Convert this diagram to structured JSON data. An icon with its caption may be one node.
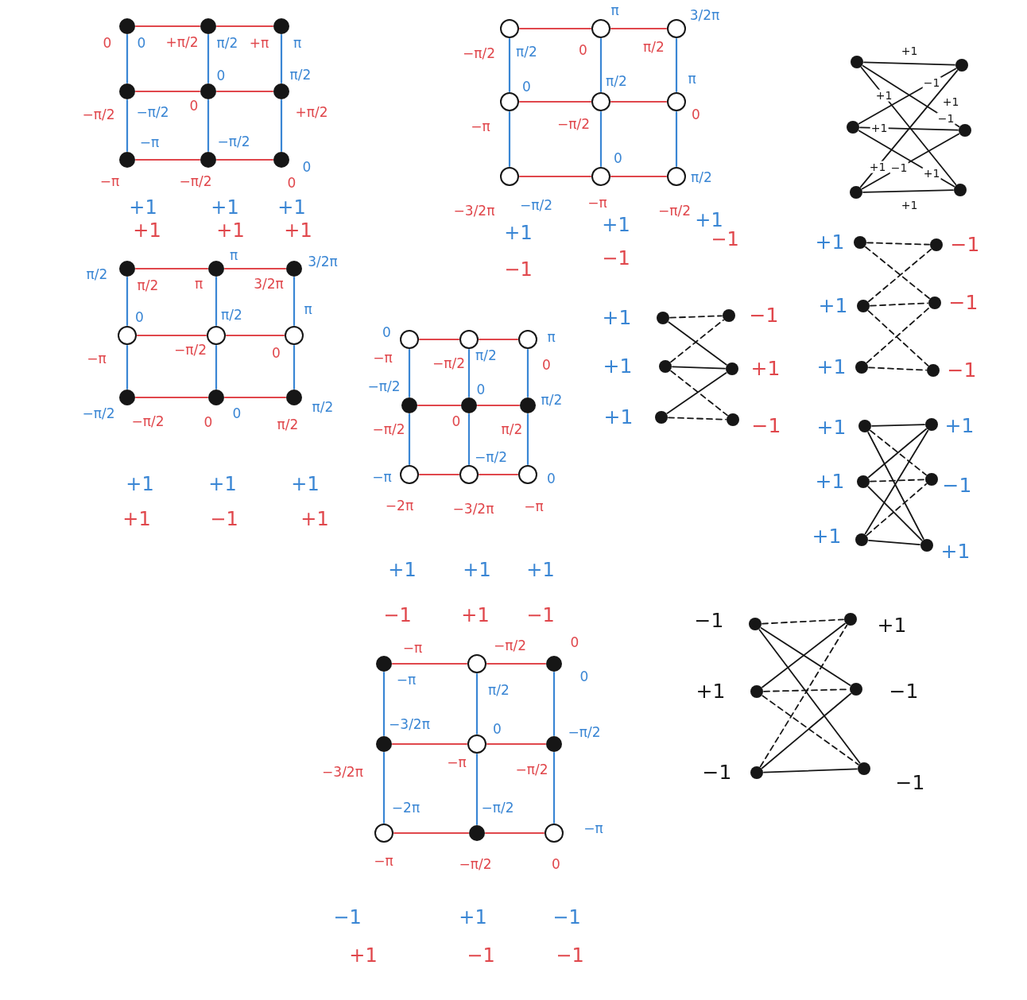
{
  "diagram": {
    "nodes": [
      {
        "text": [],
        "shape": "dot",
        "beside": [
          "0",
          "0"
        ]
      },
      {
        "text": [],
        "shape": "dot",
        "beside": [
          "+π/2",
          "π/2"
        ]
      },
      {
        "text": [],
        "shape": "dot",
        "beside": [
          "+π",
          "π"
        ]
      },
      {
        "text": [],
        "shape": "dot",
        "beside": [
          "−π/2",
          "−π/2"
        ]
      },
      {
        "text": [],
        "shape": "dot",
        "beside": [
          "0",
          "0"
        ]
      },
      {
        "text": [],
        "shape": "dot",
        "beside": [
          "+π/2",
          "π/2"
        ]
      },
      {
        "text": [],
        "shape": "dot",
        "beside": [
          "−π",
          "−π"
        ]
      },
      {
        "text": [],
        "shape": "dot",
        "beside": [
          "−π/2",
          "−π/2"
        ]
      },
      {
        "text": [],
        "shape": "dot",
        "beside": [
          "0",
          "0"
        ]
      },
      {
        "text": [],
        "shape": "circle",
        "beside": [
          "−π/2",
          "π/2"
        ]
      },
      {
        "text": [],
        "shape": "circle",
        "beside": [
          "0",
          "π"
        ]
      },
      {
        "text": [],
        "shape": "circle",
        "beside": [
          "π/2",
          "3/2π"
        ]
      },
      {
        "text": [],
        "shape": "circle",
        "beside": [
          "−π",
          "0"
        ]
      },
      {
        "text": [],
        "shape": "circle",
        "beside": [
          "−π/2",
          "π/2"
        ]
      },
      {
        "text": [],
        "shape": "circle",
        "beside": [
          "0",
          "π"
        ]
      },
      {
        "text": [],
        "shape": "circle",
        "beside": [
          "−3/2π",
          "−π/2"
        ]
      },
      {
        "text": [],
        "shape": "circle",
        "beside": [
          "−π",
          "0"
        ]
      },
      {
        "text": [],
        "shape": "circle",
        "beside": [
          "−π/2",
          "π/2"
        ]
      },
      {
        "text": [],
        "shape": "dot"
      },
      {
        "text": [],
        "shape": "dot"
      },
      {
        "text": [],
        "shape": "dot"
      },
      {
        "text": [],
        "shape": "dot"
      },
      {
        "text": [],
        "shape": "dot"
      },
      {
        "text": [],
        "shape": "dot"
      },
      {
        "text": [],
        "shape": "dot",
        "beside": [
          "+1"
        ]
      },
      {
        "text": [],
        "shape": "dot",
        "beside": [
          "−1"
        ]
      },
      {
        "text": [],
        "shape": "dot",
        "beside": [
          "+1"
        ]
      },
      {
        "text": [],
        "shape": "dot",
        "beside": [
          "−1"
        ]
      },
      {
        "text": [],
        "shape": "dot",
        "beside": [
          "+1"
        ]
      },
      {
        "text": [],
        "shape": "dot",
        "beside": [
          "−1"
        ]
      },
      {
        "text": [],
        "shape": "dot",
        "beside": [
          "π/2",
          "π/2"
        ]
      },
      {
        "text": [],
        "shape": "dot",
        "beside": [
          "π",
          "π"
        ]
      },
      {
        "text": [],
        "shape": "dot",
        "beside": [
          "3/2π",
          "3/2π"
        ]
      },
      {
        "text": [],
        "shape": "circle",
        "beside": [
          "−π",
          "0"
        ]
      },
      {
        "text": [],
        "shape": "circle",
        "beside": [
          "−π/2",
          "π/2"
        ]
      },
      {
        "text": [],
        "shape": "circle",
        "beside": [
          "0",
          "π"
        ]
      },
      {
        "text": [],
        "shape": "dot",
        "beside": [
          "−π/2",
          "−π/2"
        ]
      },
      {
        "text": [],
        "shape": "dot",
        "beside": [
          "0",
          "0"
        ]
      },
      {
        "text": [],
        "shape": "dot",
        "beside": [
          "π/2",
          "π/2"
        ]
      },
      {
        "text": [],
        "shape": "dot",
        "beside": [
          "+1"
        ]
      },
      {
        "text": [],
        "shape": "dot",
        "beside": [
          "−1"
        ]
      },
      {
        "text": [],
        "shape": "dot",
        "beside": [
          "+1"
        ]
      },
      {
        "text": [],
        "shape": "dot",
        "beside": [
          "+1"
        ]
      },
      {
        "text": [],
        "shape": "dot",
        "beside": [
          "+1"
        ]
      },
      {
        "text": [],
        "shape": "dot",
        "beside": [
          "−1"
        ]
      },
      {
        "text": [],
        "shape": "circle",
        "beside": [
          "−π",
          "0"
        ]
      },
      {
        "text": [],
        "shape": "circle",
        "beside": [
          "−π/2",
          "π/2"
        ]
      },
      {
        "text": [],
        "shape": "circle",
        "beside": [
          "0",
          "π"
        ]
      },
      {
        "text": [],
        "shape": "dot",
        "beside": [
          "−π/2",
          "−π/2"
        ]
      },
      {
        "text": [],
        "shape": "dot",
        "beside": [
          "0",
          "0"
        ]
      },
      {
        "text": [],
        "shape": "dot",
        "beside": [
          "π/2",
          "π/2"
        ]
      },
      {
        "text": [],
        "shape": "circle",
        "beside": [
          "−2π",
          "−π"
        ]
      },
      {
        "text": [],
        "shape": "circle",
        "beside": [
          "−3/2π",
          "−π/2"
        ]
      },
      {
        "text": [],
        "shape": "circle",
        "beside": [
          "−π",
          "0"
        ]
      },
      {
        "text": [],
        "shape": "dot",
        "beside": [
          "+1"
        ]
      },
      {
        "text": [],
        "shape": "dot",
        "beside": [
          "+1"
        ]
      },
      {
        "text": [],
        "shape": "dot",
        "beside": [
          "+1"
        ]
      },
      {
        "text": [],
        "shape": "dot",
        "beside": [
          "−1"
        ]
      },
      {
        "text": [],
        "shape": "dot",
        "beside": [
          "+1"
        ]
      },
      {
        "text": [],
        "shape": "dot",
        "beside": [
          "+1"
        ]
      },
      {
        "text": [],
        "shape": "dot",
        "beside": [
          "−1"
        ]
      },
      {
        "text": [],
        "shape": "dot",
        "beside": [
          "+1"
        ]
      },
      {
        "text": [],
        "shape": "dot",
        "beside": [
          "+1"
        ]
      },
      {
        "text": [],
        "shape": "dot",
        "beside": [
          "−1"
        ]
      },
      {
        "text": [],
        "shape": "dot",
        "beside": [
          "−1"
        ]
      },
      {
        "text": [],
        "shape": "dot",
        "beside": [
          "−1"
        ]
      },
      {
        "text": [],
        "shape": "dot",
        "beside": [
          "−π",
          "−π"
        ]
      },
      {
        "text": [],
        "shape": "circle",
        "beside": [
          "−π/2",
          "π/2"
        ]
      },
      {
        "text": [],
        "shape": "dot",
        "beside": [
          "0",
          "0"
        ]
      },
      {
        "text": [],
        "shape": "dot",
        "beside": [
          "−3/2π",
          "−3/2π"
        ]
      },
      {
        "text": [],
        "shape": "circle",
        "beside": [
          "−π",
          "0"
        ]
      },
      {
        "text": [],
        "shape": "dot",
        "beside": [
          "−π/2",
          "−π/2"
        ]
      },
      {
        "text": [],
        "shape": "circle",
        "beside": [
          "−π",
          "−2π"
        ]
      },
      {
        "text": [],
        "shape": "dot",
        "beside": [
          "−π/2",
          "−π/2"
        ]
      },
      {
        "text": [],
        "shape": "circle",
        "beside": [
          "0",
          "−π"
        ]
      }
    ],
    "edges": [
      {
        "from": 0,
        "to": 1,
        "arrow": "none",
        "color": "#e0474c"
      },
      {
        "from": 1,
        "to": 2,
        "arrow": "none",
        "color": "#e0474c"
      },
      {
        "from": 3,
        "to": 4,
        "arrow": "none",
        "color": "#e0474c"
      },
      {
        "from": 4,
        "to": 5,
        "arrow": "none",
        "color": "#e0474c"
      },
      {
        "from": 6,
        "to": 7,
        "arrow": "none",
        "color": "#e0474c"
      },
      {
        "from": 7,
        "to": 8,
        "arrow": "none",
        "color": "#e0474c"
      },
      {
        "from": 0,
        "to": 3,
        "arrow": "none",
        "color": "#3a86d4"
      },
      {
        "from": 3,
        "to": 6,
        "arrow": "none",
        "color": "#3a86d4"
      },
      {
        "from": 1,
        "to": 4,
        "arrow": "none",
        "color": "#3a86d4"
      },
      {
        "from": 4,
        "to": 7,
        "arrow": "none",
        "color": "#3a86d4"
      },
      {
        "from": 2,
        "to": 5,
        "arrow": "none",
        "color": "#3a86d4"
      },
      {
        "from": 5,
        "to": 8,
        "arrow": "none",
        "color": "#3a86d4"
      },
      {
        "from": 9,
        "to": 10,
        "arrow": "none",
        "color": "#e0474c"
      },
      {
        "from": 10,
        "to": 11,
        "arrow": "none",
        "color": "#e0474c"
      },
      {
        "from": 12,
        "to": 13,
        "arrow": "none",
        "color": "#e0474c"
      },
      {
        "from": 13,
        "to": 14,
        "arrow": "none",
        "color": "#e0474c"
      },
      {
        "from": 15,
        "to": 16,
        "arrow": "none",
        "color": "#e0474c"
      },
      {
        "from": 16,
        "to": 17,
        "arrow": "none",
        "color": "#e0474c"
      },
      {
        "from": 9,
        "to": 12,
        "arrow": "none",
        "color": "#3a86d4"
      },
      {
        "from": 12,
        "to": 15,
        "arrow": "none",
        "color": "#3a86d4"
      },
      {
        "from": 10,
        "to": 13,
        "arrow": "none",
        "color": "#3a86d4"
      },
      {
        "from": 13,
        "to": 16,
        "arrow": "none",
        "color": "#3a86d4"
      },
      {
        "from": 11,
        "to": 14,
        "arrow": "none",
        "color": "#3a86d4"
      },
      {
        "from": 14,
        "to": 17,
        "arrow": "none",
        "color": "#3a86d4"
      },
      {
        "from": 18,
        "to": 19,
        "arrow": "none",
        "label": "+1"
      },
      {
        "from": 18,
        "to": 21,
        "arrow": "none",
        "label": "−1"
      },
      {
        "from": 18,
        "to": 23,
        "arrow": "none",
        "label": "+1"
      },
      {
        "from": 20,
        "to": 19,
        "arrow": "none",
        "label": "−1"
      },
      {
        "from": 20,
        "to": 21,
        "arrow": "none",
        "label": "+1"
      },
      {
        "from": 20,
        "to": 23,
        "arrow": "none",
        "label": "+1"
      },
      {
        "from": 22,
        "to": 19,
        "arrow": "none",
        "label": "+1"
      },
      {
        "from": 22,
        "to": 21,
        "arrow": "none",
        "label": "−1"
      },
      {
        "from": 22,
        "to": 23,
        "arrow": "none",
        "label": "+1"
      },
      {
        "from": 24,
        "to": 25,
        "arrow": "none",
        "style": "dashed"
      },
      {
        "from": 24,
        "to": 27,
        "arrow": "none",
        "style": "dashed"
      },
      {
        "from": 26,
        "to": 25,
        "arrow": "none",
        "style": "dashed"
      },
      {
        "from": 26,
        "to": 27,
        "arrow": "none",
        "style": "dashed"
      },
      {
        "from": 26,
        "to": 29,
        "arrow": "none",
        "style": "dashed"
      },
      {
        "from": 28,
        "to": 27,
        "arrow": "none",
        "style": "dashed"
      },
      {
        "from": 28,
        "to": 29,
        "arrow": "none",
        "style": "dashed"
      },
      {
        "from": 30,
        "to": 31,
        "arrow": "none",
        "color": "#e0474c"
      },
      {
        "from": 31,
        "to": 32,
        "arrow": "none",
        "color": "#e0474c"
      },
      {
        "from": 33,
        "to": 34,
        "arrow": "none",
        "color": "#e0474c"
      },
      {
        "from": 34,
        "to": 35,
        "arrow": "none",
        "color": "#e0474c"
      },
      {
        "from": 36,
        "to": 37,
        "arrow": "none",
        "color": "#e0474c"
      },
      {
        "from": 37,
        "to": 38,
        "arrow": "none",
        "color": "#e0474c"
      },
      {
        "from": 30,
        "to": 33,
        "arrow": "none",
        "color": "#3a86d4"
      },
      {
        "from": 33,
        "to": 36,
        "arrow": "none",
        "color": "#3a86d4"
      },
      {
        "from": 31,
        "to": 34,
        "arrow": "none",
        "color": "#3a86d4"
      },
      {
        "from": 34,
        "to": 37,
        "arrow": "none",
        "color": "#3a86d4"
      },
      {
        "from": 32,
        "to": 35,
        "arrow": "none",
        "color": "#3a86d4"
      },
      {
        "from": 35,
        "to": 38,
        "arrow": "none",
        "color": "#3a86d4"
      },
      {
        "from": 39,
        "to": 40,
        "arrow": "none",
        "style": "dashed"
      },
      {
        "from": 39,
        "to": 42,
        "arrow": "none"
      },
      {
        "from": 41,
        "to": 40,
        "arrow": "none",
        "style": "dashed"
      },
      {
        "from": 41,
        "to": 42,
        "arrow": "none"
      },
      {
        "from": 41,
        "to": 44,
        "arrow": "none",
        "style": "dashed"
      },
      {
        "from": 43,
        "to": 42,
        "arrow": "none"
      },
      {
        "from": 43,
        "to": 44,
        "arrow": "none",
        "style": "dashed"
      },
      {
        "from": 45,
        "to": 46,
        "arrow": "none",
        "color": "#e0474c"
      },
      {
        "from": 46,
        "to": 47,
        "arrow": "none",
        "color": "#e0474c"
      },
      {
        "from": 48,
        "to": 49,
        "arrow": "none",
        "color": "#e0474c"
      },
      {
        "from": 49,
        "to": 50,
        "arrow": "none",
        "color": "#e0474c"
      },
      {
        "from": 51,
        "to": 52,
        "arrow": "none",
        "color": "#e0474c"
      },
      {
        "from": 52,
        "to": 53,
        "arrow": "none",
        "color": "#e0474c"
      },
      {
        "from": 45,
        "to": 48,
        "arrow": "none",
        "color": "#3a86d4"
      },
      {
        "from": 48,
        "to": 51,
        "arrow": "none",
        "color": "#3a86d4"
      },
      {
        "from": 46,
        "to": 49,
        "arrow": "none",
        "color": "#3a86d4"
      },
      {
        "from": 49,
        "to": 52,
        "arrow": "none",
        "color": "#3a86d4"
      },
      {
        "from": 47,
        "to": 50,
        "arrow": "none",
        "color": "#3a86d4"
      },
      {
        "from": 50,
        "to": 53,
        "arrow": "none",
        "color": "#3a86d4"
      },
      {
        "from": 54,
        "to": 55,
        "arrow": "none"
      },
      {
        "from": 54,
        "to": 57,
        "arrow": "none",
        "style": "dashed"
      },
      {
        "from": 54,
        "to": 59,
        "arrow": "none"
      },
      {
        "from": 56,
        "to": 55,
        "arrow": "none"
      },
      {
        "from": 56,
        "to": 57,
        "arrow": "none",
        "style": "dashed"
      },
      {
        "from": 56,
        "to": 59,
        "arrow": "none"
      },
      {
        "from": 58,
        "to": 55,
        "arrow": "none"
      },
      {
        "from": 58,
        "to": 57,
        "arrow": "none",
        "style": "dashed"
      },
      {
        "from": 58,
        "to": 59,
        "arrow": "none"
      },
      {
        "from": 60,
        "to": 61,
        "arrow": "none",
        "style": "dashed"
      },
      {
        "from": 60,
        "to": 63,
        "arrow": "none"
      },
      {
        "from": 60,
        "to": 65,
        "arrow": "none"
      },
      {
        "from": 62,
        "to": 61,
        "arrow": "none"
      },
      {
        "from": 62,
        "to": 63,
        "arrow": "none",
        "style": "dashed"
      },
      {
        "from": 62,
        "to": 65,
        "arrow": "none",
        "style": "dashed"
      },
      {
        "from": 64,
        "to": 61,
        "arrow": "none",
        "style": "dashed"
      },
      {
        "from": 64,
        "to": 63,
        "arrow": "none"
      },
      {
        "from": 64,
        "to": 65,
        "arrow": "none"
      },
      {
        "from": 66,
        "to": 67,
        "arrow": "none",
        "color": "#e0474c"
      },
      {
        "from": 67,
        "to": 68,
        "arrow": "none",
        "color": "#e0474c"
      },
      {
        "from": 69,
        "to": 70,
        "arrow": "none",
        "color": "#e0474c"
      },
      {
        "from": 70,
        "to": 71,
        "arrow": "none",
        "color": "#e0474c"
      },
      {
        "from": 72,
        "to": 73,
        "arrow": "none",
        "color": "#e0474c"
      },
      {
        "from": 73,
        "to": 74,
        "arrow": "none",
        "color": "#e0474c"
      },
      {
        "from": 66,
        "to": 69,
        "arrow": "none",
        "color": "#3a86d4"
      },
      {
        "from": 69,
        "to": 72,
        "arrow": "none",
        "color": "#3a86d4"
      },
      {
        "from": 67,
        "to": 70,
        "arrow": "none",
        "color": "#3a86d4"
      },
      {
        "from": 70,
        "to": 73,
        "arrow": "none",
        "color": "#3a86d4"
      },
      {
        "from": 68,
        "to": 71,
        "arrow": "none",
        "color": "#3a86d4"
      },
      {
        "from": 71,
        "to": 74,
        "arrow": "none",
        "color": "#3a86d4"
      }
    ],
    "labels": [
      "+1",
      "+1",
      "+1",
      "+1",
      "+1",
      "+1",
      "+1",
      "+1",
      "+1",
      "−1",
      "−1",
      "−1",
      "+1",
      "+1",
      "+1",
      "+1",
      "+1",
      "−1",
      "+1",
      "+1",
      "+1",
      "+1",
      "−1",
      "+1",
      "−1",
      "−1",
      "+1",
      "−1",
      "+1",
      "−1",
      "−1"
    ]
  }
}
